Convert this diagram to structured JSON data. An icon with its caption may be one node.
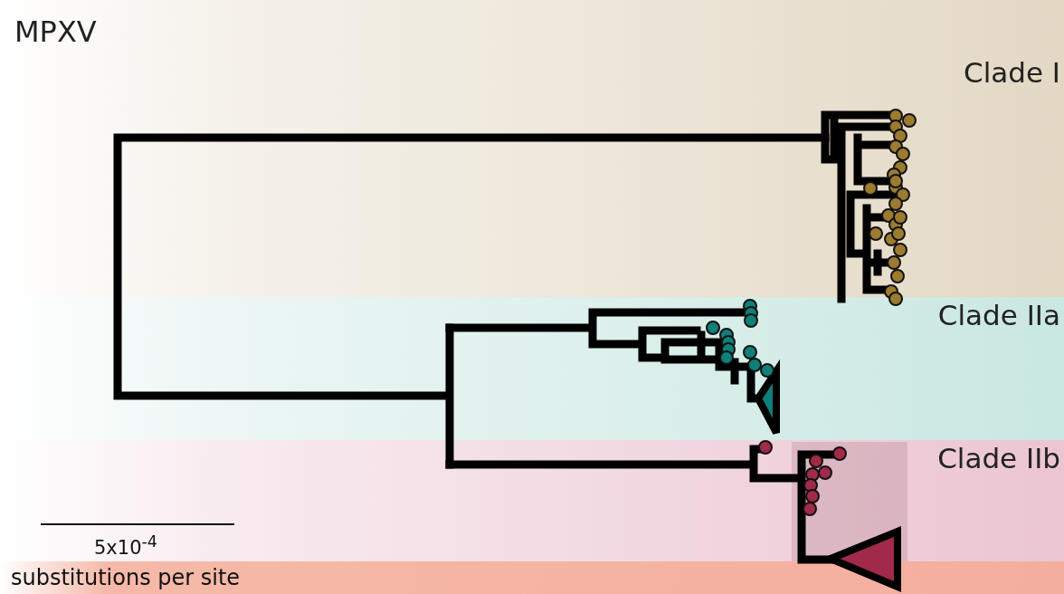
{
  "diagram": {
    "title": "MPXV",
    "nodes": [
      {
        "text": [
          "Clade I"
        ]
      },
      {
        "text": [
          "Clade IIa"
        ]
      },
      {
        "text": [
          "Clade IIb"
        ]
      }
    ],
    "labels": [
      "5x10$^{-4}$",
      "substitutions per site"
    ]
  }
}
